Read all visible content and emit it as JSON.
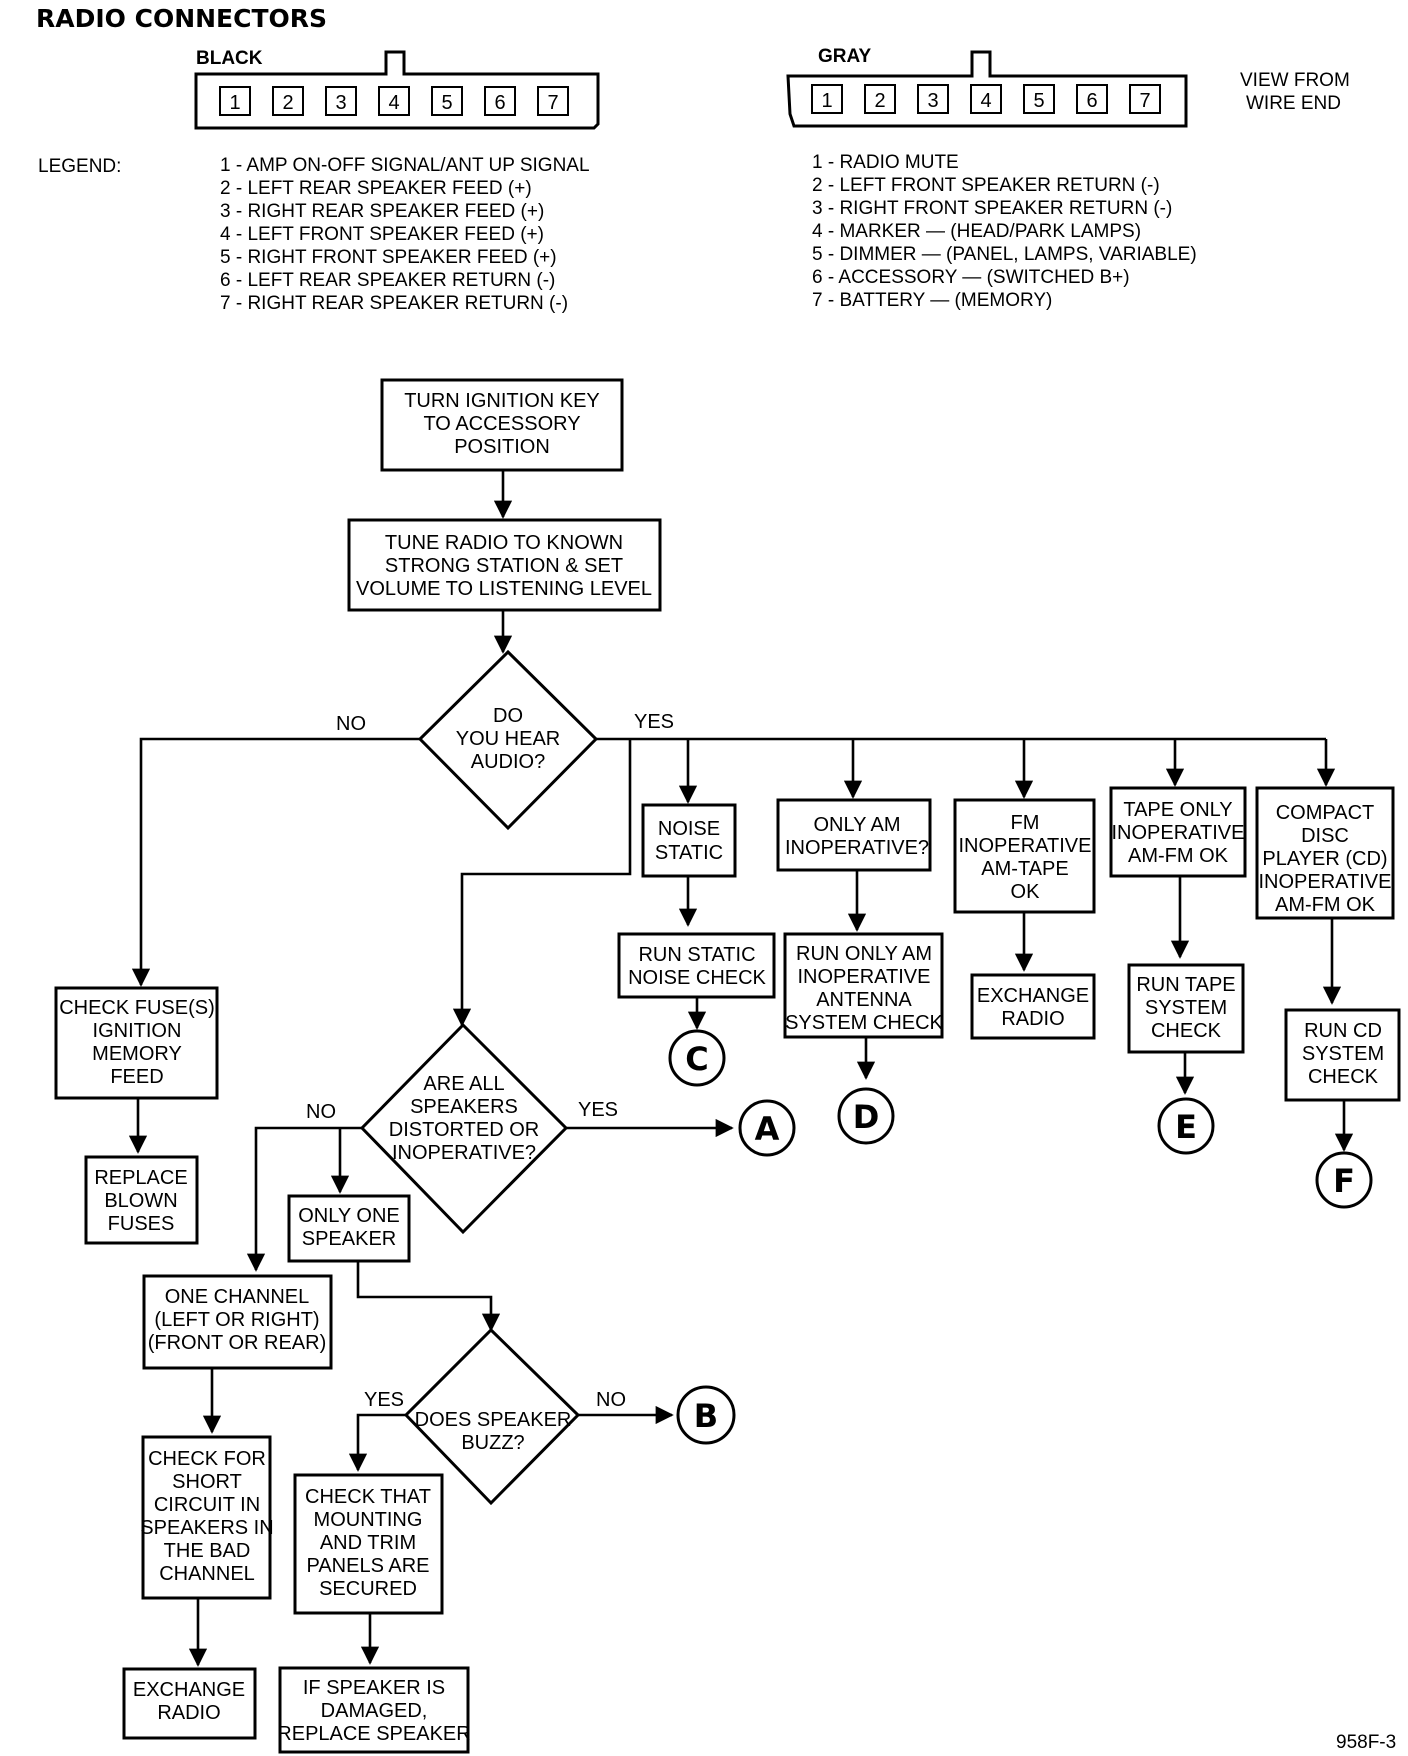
{
  "title": "RADIO CONNECTORS",
  "view_note": [
    "VIEW FROM",
    "WIRE END"
  ],
  "figure_id": "958F-3",
  "legend_label": "LEGEND:",
  "connectors": {
    "black": {
      "name": "BLACK",
      "pins": [
        "1",
        "2",
        "3",
        "4",
        "5",
        "6",
        "7"
      ],
      "legend": [
        "1 - AMP ON-OFF SIGNAL/ANT UP SIGNAL",
        "2 - LEFT REAR SPEAKER FEED (+)",
        "3 - RIGHT REAR SPEAKER FEED (+)",
        "4 - LEFT FRONT SPEAKER FEED (+)",
        "5 - RIGHT FRONT SPEAKER FEED (+)",
        "6 - LEFT REAR SPEAKER RETURN (-)",
        "7 - RIGHT REAR SPEAKER RETURN (-)"
      ]
    },
    "gray": {
      "name": "GRAY",
      "pins": [
        "1",
        "2",
        "3",
        "4",
        "5",
        "6",
        "7"
      ],
      "legend": [
        "1 - RADIO MUTE",
        "2 - LEFT FRONT SPEAKER RETURN (-)",
        "3 - RIGHT FRONT SPEAKER RETURN (-)",
        "4 - MARKER — (HEAD/PARK LAMPS)",
        "5 - DIMMER — (PANEL, LAMPS, VARIABLE)",
        "6 - ACCESSORY — (SWITCHED B+)",
        "7 - BATTERY — (MEMORY)"
      ]
    }
  },
  "flowchart": {
    "start": [
      "TURN IGNITION KEY",
      "TO ACCESSORY",
      "POSITION"
    ],
    "tune": [
      "TUNE RADIO TO KNOWN",
      "STRONG STATION & SET",
      "VOLUME TO LISTENING LEVEL"
    ],
    "hear_audio": [
      "DO",
      "YOU HEAR",
      "AUDIO?"
    ],
    "no": "NO",
    "yes": "YES",
    "noise_static": [
      "NOISE",
      "STATIC"
    ],
    "only_am": [
      "ONLY AM",
      "INOPERATIVE?"
    ],
    "fm_inop": [
      "FM",
      "INOPERATIVE",
      "AM-TAPE",
      "OK"
    ],
    "tape_only": [
      "TAPE ONLY",
      "INOPERATIVE",
      "AM-FM OK"
    ],
    "cd_inop": [
      "COMPACT",
      "DISC",
      "PLAYER (CD)",
      "INOPERATIVE",
      "AM-FM OK"
    ],
    "run_static": [
      "RUN STATIC",
      "NOISE CHECK"
    ],
    "run_am": [
      "RUN ONLY AM",
      "INOPERATIVE",
      "ANTENNA",
      "SYSTEM CHECK"
    ],
    "exchange_radio_fm": [
      "EXCHANGE",
      "RADIO"
    ],
    "run_tape": [
      "RUN TAPE",
      "SYSTEM",
      "CHECK"
    ],
    "run_cd": [
      "RUN CD",
      "SYSTEM",
      "CHECK"
    ],
    "check_fuses": [
      "CHECK FUSE(S)",
      "IGNITION",
      "MEMORY",
      "FEED"
    ],
    "replace_fuses": [
      "REPLACE",
      "BLOWN",
      "FUSES"
    ],
    "all_speakers": [
      "ARE ALL",
      "SPEAKERS",
      "DISTORTED OR",
      "INOPERATIVE?"
    ],
    "only_one": [
      "ONLY ONE",
      "SPEAKER"
    ],
    "one_channel": [
      "ONE CHANNEL",
      "(LEFT OR RIGHT)",
      "(FRONT OR REAR)"
    ],
    "check_short": [
      "CHECK FOR",
      "SHORT",
      "CIRCUIT IN",
      "SPEAKERS IN",
      "THE BAD",
      "CHANNEL"
    ],
    "exchange_radio_channel": [
      "EXCHANGE",
      "RADIO"
    ],
    "speaker_buzz": [
      "DOES SPEAKER",
      "BUZZ?"
    ],
    "check_mounting": [
      "CHECK THAT",
      "MOUNTING",
      "AND TRIM",
      "PANELS ARE",
      "SECURED"
    ],
    "replace_speaker": [
      "IF SPEAKER IS",
      "DAMAGED,",
      "REPLACE SPEAKER"
    ],
    "connectors": {
      "a": "A",
      "b": "B",
      "c": "C",
      "d": "D",
      "e": "E",
      "f": "F"
    }
  }
}
